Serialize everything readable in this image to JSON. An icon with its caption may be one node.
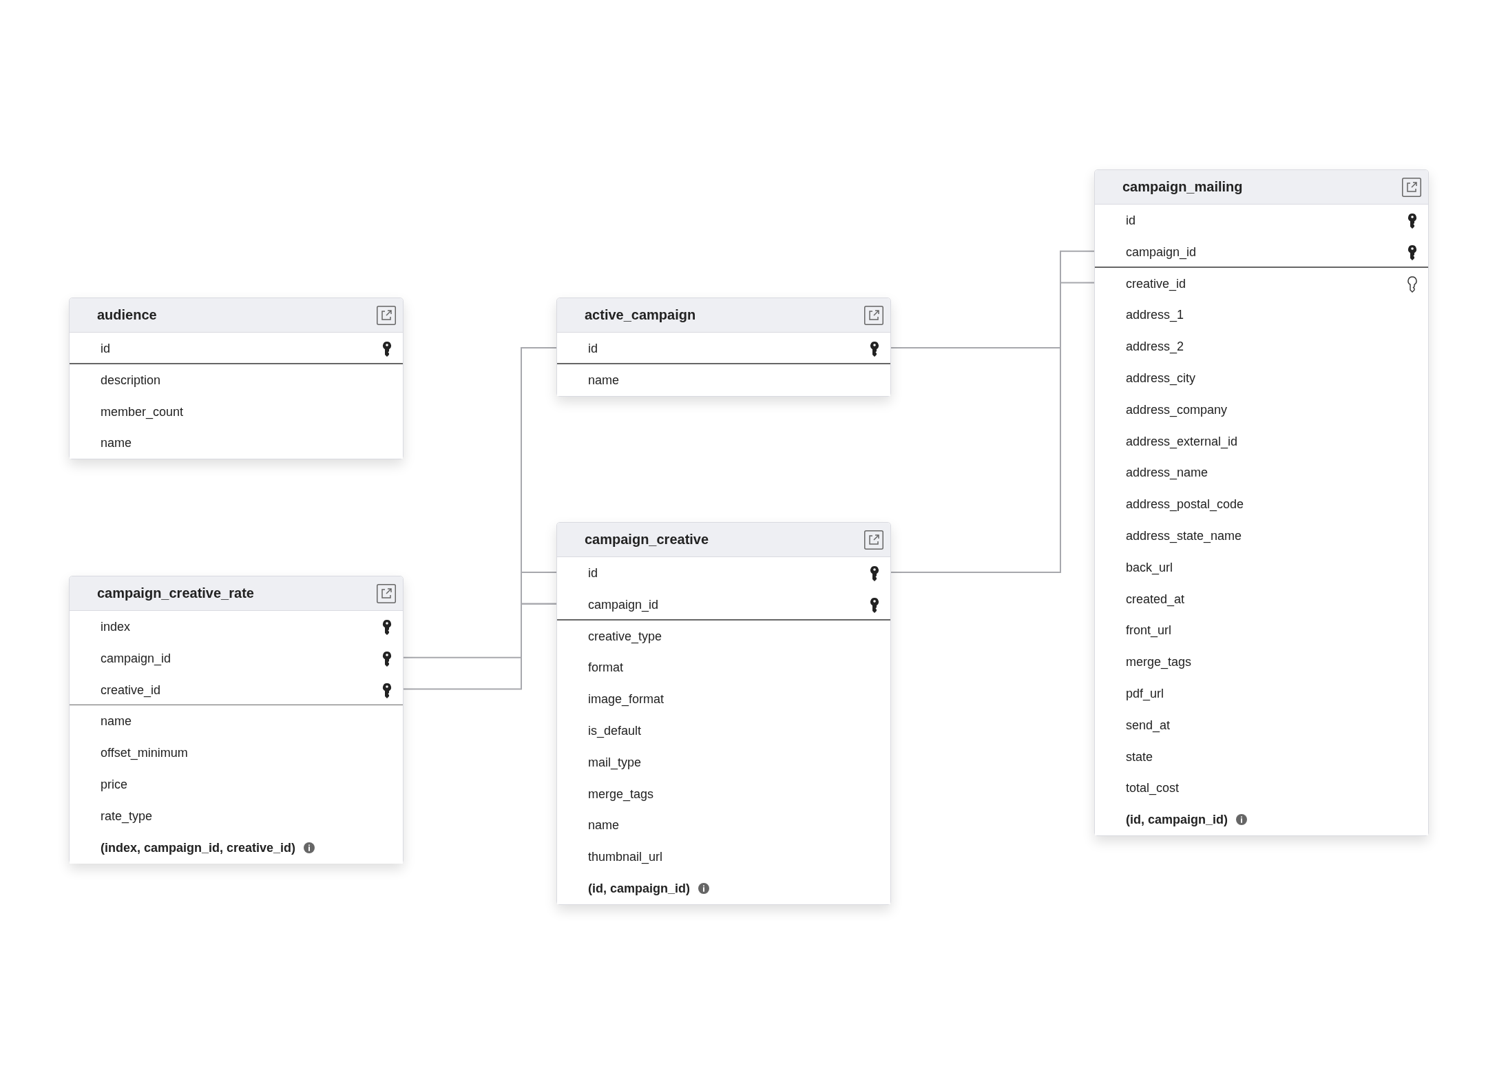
{
  "diagram": {
    "nodes": [
      {
        "text": [
          "audience"
        ]
      },
      {
        "text": [
          "id"
        ],
        "in": 0
      },
      {
        "text": [
          "description"
        ],
        "in": 0
      },
      {
        "text": [
          "member_count"
        ],
        "in": 0
      },
      {
        "text": [
          "name"
        ],
        "in": 0
      },
      {
        "text": [
          "active_campaign"
        ]
      },
      {
        "text": [
          "id"
        ],
        "in": 5
      },
      {
        "text": [
          "name"
        ],
        "in": 5
      },
      {
        "text": [
          "campaign_creative_rate"
        ]
      },
      {
        "text": [
          "index"
        ],
        "in": 8
      },
      {
        "text": [
          "campaign_id"
        ],
        "in": 8
      },
      {
        "text": [
          "creative_id"
        ],
        "in": 8
      },
      {
        "text": [
          "name"
        ],
        "in": 8
      },
      {
        "text": [
          "offset_minimum"
        ],
        "in": 8
      },
      {
        "text": [
          "price"
        ],
        "in": 8
      },
      {
        "text": [
          "rate_type"
        ],
        "in": 8
      },
      {
        "text": [
          "(index, campaign_id, creative_id)"
        ],
        "in": 8
      },
      {
        "text": [
          "campaign_creative"
        ]
      },
      {
        "text": [
          "id"
        ],
        "in": 17
      },
      {
        "text": [
          "campaign_id"
        ],
        "in": 17
      },
      {
        "text": [
          "creative_type"
        ],
        "in": 17
      },
      {
        "text": [
          "format"
        ],
        "in": 17
      },
      {
        "text": [
          "image_format"
        ],
        "in": 17
      },
      {
        "text": [
          "is_default"
        ],
        "in": 17
      },
      {
        "text": [
          "mail_type"
        ],
        "in": 17
      },
      {
        "text": [
          "merge_tags"
        ],
        "in": 17
      },
      {
        "text": [
          "name"
        ],
        "in": 17
      },
      {
        "text": [
          "thumbnail_url"
        ],
        "in": 17
      },
      {
        "text": [
          "(id, campaign_id)"
        ],
        "in": 17
      },
      {
        "text": [
          "campaign_mailing"
        ]
      },
      {
        "text": [
          "id"
        ],
        "in": 29
      },
      {
        "text": [
          "campaign_id"
        ],
        "in": 29
      },
      {
        "text": [
          "creative_id"
        ],
        "in": 29
      },
      {
        "text": [
          "address_1"
        ],
        "in": 29
      },
      {
        "text": [
          "address_2"
        ],
        "in": 29
      },
      {
        "text": [
          "address_city"
        ],
        "in": 29
      },
      {
        "text": [
          "address_company"
        ],
        "in": 29
      },
      {
        "text": [
          "address_external_id"
        ],
        "in": 29
      },
      {
        "text": [
          "address_name"
        ],
        "in": 29
      },
      {
        "text": [
          "address_postal_code"
        ],
        "in": 29
      },
      {
        "text": [
          "address_state_name"
        ],
        "in": 29
      },
      {
        "text": [
          "back_url"
        ],
        "in": 29
      },
      {
        "text": [
          "created_at"
        ],
        "in": 29
      },
      {
        "text": [
          "front_url"
        ],
        "in": 29
      },
      {
        "text": [
          "merge_tags"
        ],
        "in": 29
      },
      {
        "text": [
          "pdf_url"
        ],
        "in": 29
      },
      {
        "text": [
          "send_at"
        ],
        "in": 29
      },
      {
        "text": [
          "state"
        ],
        "in": 29
      },
      {
        "text": [
          "total_cost"
        ],
        "in": 29
      },
      {
        "text": [
          "(id, campaign_id)"
        ],
        "in": 29
      }
    ],
    "edges": [
      {
        "from": 19,
        "to": 6,
        "arrow": "none"
      },
      {
        "from": 10,
        "to": 19,
        "arrow": "none"
      },
      {
        "from": 11,
        "to": 18,
        "arrow": "none"
      },
      {
        "from": 6,
        "to": 31,
        "arrow": "none"
      },
      {
        "from": 18,
        "to": 32,
        "arrow": "none"
      }
    ]
  }
}
